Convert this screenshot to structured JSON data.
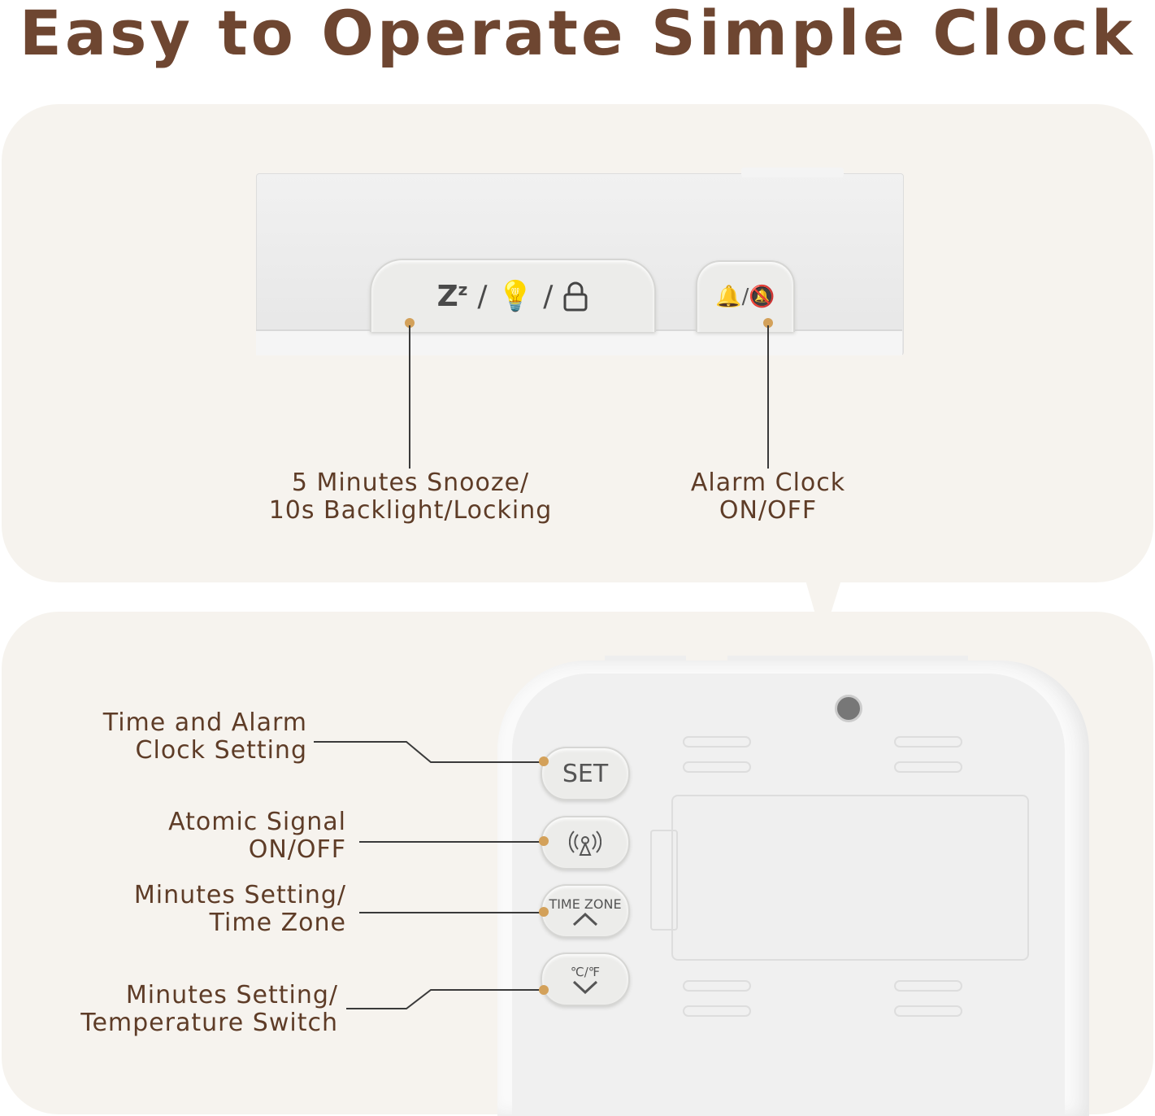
{
  "title": "Easy to Operate Simple Clock",
  "top_panel": {
    "snooze_button": {
      "icon": "snooze-light-lock-icons",
      "label_lines": [
        "5 Minutes Snooze/",
        "10s Backlight/Locking"
      ]
    },
    "alarm_button": {
      "icon": "bell-on-off-icons",
      "label_lines": [
        "Alarm Clock",
        "ON/OFF"
      ]
    }
  },
  "bottom_panel": {
    "buttons": [
      {
        "text": "SET",
        "label_lines": [
          "Time and Alarm",
          "Clock Setting"
        ]
      },
      {
        "icon": "antenna-signal-icon",
        "label_lines": [
          "Atomic Signal",
          "ON/OFF"
        ]
      },
      {
        "text": "TIME ZONE",
        "icon": "chevron-up-icon",
        "label_lines": [
          "Minutes Setting/",
          "Time Zone"
        ]
      },
      {
        "text": "℃/℉",
        "icon": "chevron-down-icon",
        "label_lines": [
          "Minutes Setting/",
          "Temperature Switch"
        ]
      }
    ]
  },
  "colors": {
    "title": "#6e4631",
    "panel": "#f6f3ee",
    "dot": "#d3a15a"
  }
}
